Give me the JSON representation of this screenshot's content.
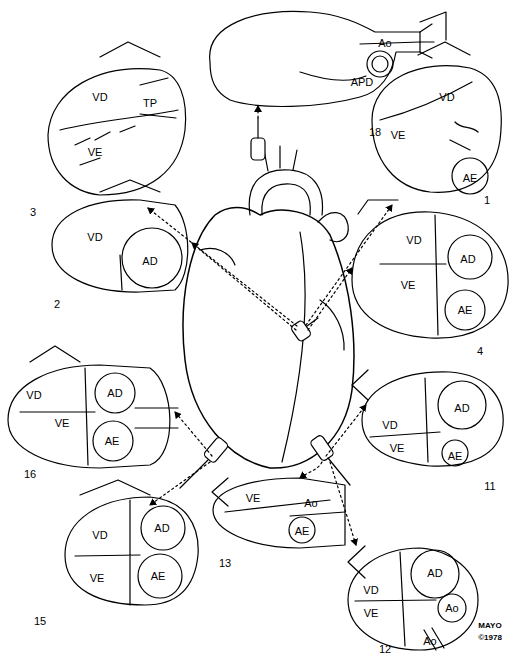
{
  "diagram": {
    "nodes": [
      {
        "text": [
          "Ao",
          "APD",
          "18"
        ]
      },
      {
        "text": [
          "VD",
          "TP",
          "VE",
          "3"
        ]
      },
      {
        "text": [
          "VD",
          "VE",
          "AE",
          "1"
        ]
      },
      {
        "text": [
          "VD",
          "AD",
          "2"
        ]
      },
      {
        "text": [
          "VD",
          "AD",
          "VE",
          "AE",
          "4"
        ]
      },
      {
        "text": [
          "VD",
          "AD",
          "VE",
          "AE",
          "16"
        ]
      },
      {
        "text": [
          "AD",
          "VD",
          "VE",
          "AE",
          "11"
        ]
      },
      {
        "text": [
          "VE",
          "Ao",
          "AE",
          "13"
        ]
      },
      {
        "text": [
          "VD",
          "AD",
          "VE",
          "AE",
          "15"
        ]
      },
      {
        "text": [
          "VD",
          "AD",
          "VE",
          "Ao",
          "Ao",
          "12"
        ]
      }
    ],
    "labels": [
      "MAYO",
      "©1978"
    ]
  }
}
